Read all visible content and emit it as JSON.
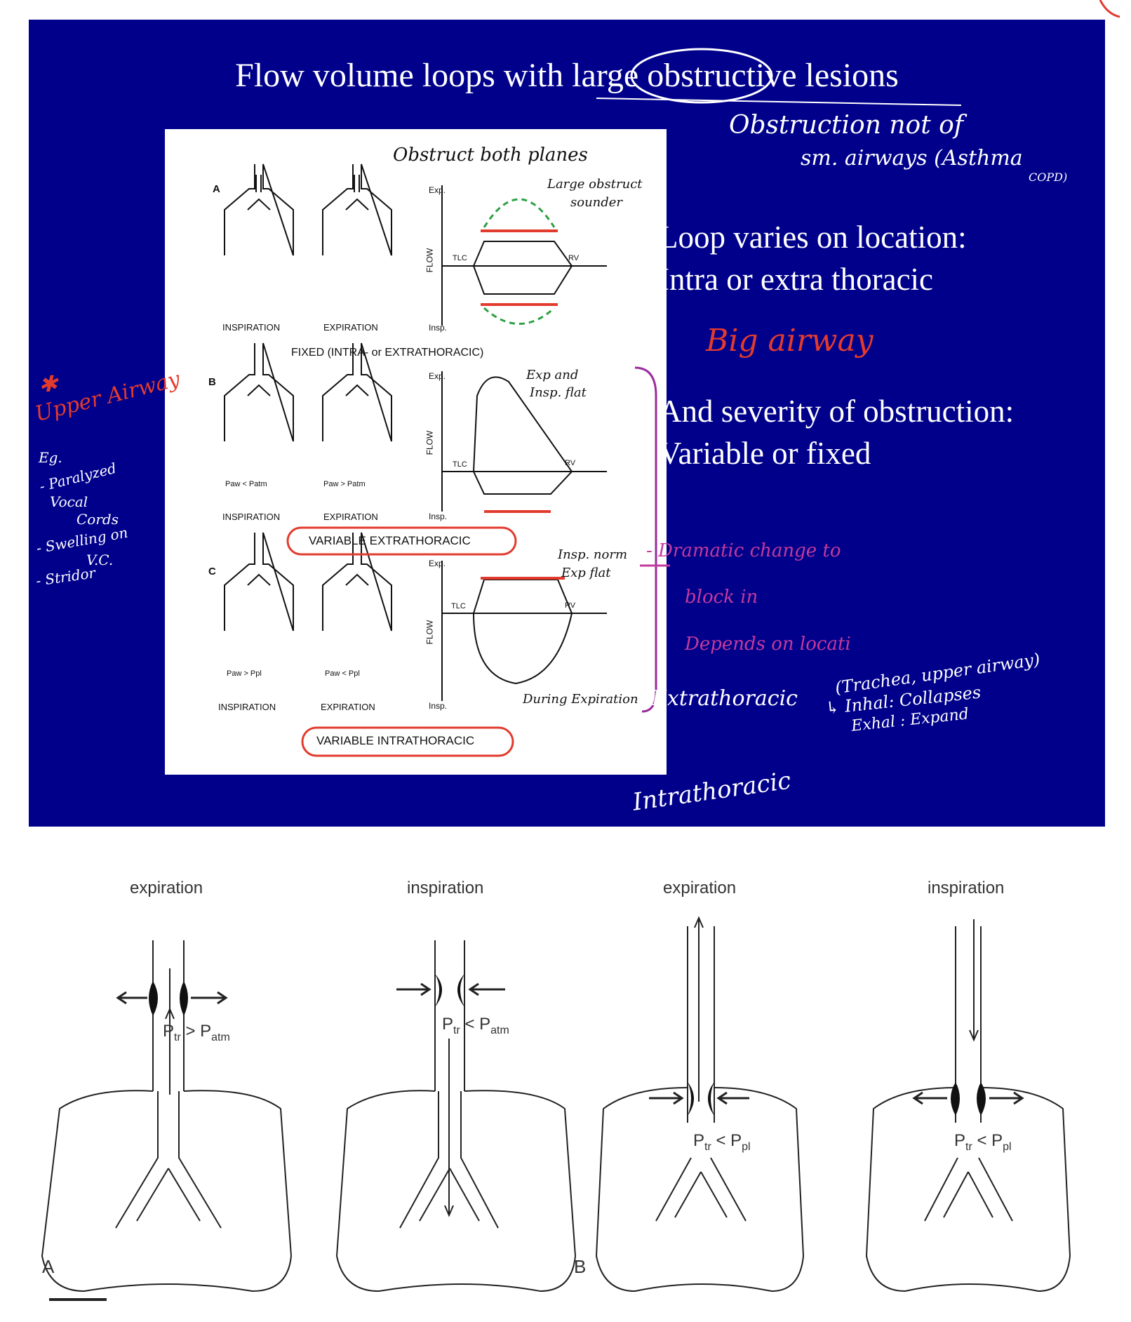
{
  "slide": {
    "title": "Flow volume loops with large obstructive lesions",
    "bullet1_line1": "Loop varies on location:",
    "bullet1_line2": "Intra or extra thoracic",
    "bullet2_line1": "And severity of obstruction:",
    "bullet2_line2": "Variable or fixed",
    "bg_color": "#00008b"
  },
  "figure": {
    "panel_a": {
      "letter": "A",
      "insp_label": "INSPIRATION",
      "exp_label": "EXPIRATION",
      "axis_top": "Exp.",
      "axis_bottom": "Insp.",
      "axis_name": "FLOW",
      "tlc": "TLC",
      "rv": "RV",
      "caption": "FIXED (INTRA- or EXTRATHORACIC)"
    },
    "panel_b": {
      "letter": "B",
      "insp_label": "INSPIRATION",
      "exp_label": "EXPIRATION",
      "insp_press": "Paw < Patm",
      "exp_press": "Paw > Patm",
      "axis_top": "Exp.",
      "axis_bottom": "Insp.",
      "axis_name": "FLOW",
      "tlc": "TLC",
      "rv": "RV",
      "caption": "VARIABLE EXTRATHORACIC"
    },
    "panel_c": {
      "letter": "C",
      "insp_label": "INSPIRATION",
      "exp_label": "EXPIRATION",
      "insp_press": "Paw > Ppl",
      "exp_press": "Paw < Ppl",
      "axis_top": "Exp.",
      "axis_bottom": "Insp.",
      "axis_name": "FLOW",
      "tlc": "TLC",
      "rv": "RV",
      "caption": "VARIABLE INTRATHORACIC"
    }
  },
  "annotations": {
    "obstruct_both": "Obstruct both planes",
    "large_obstruct": "Large obstruct",
    "lge_obstruct_2": "sounder",
    "obstruction_not": "Obstruction not of",
    "small_airways": "sm. airways (Asthma",
    "copd": "COPD)",
    "big_airway": "Big airway",
    "exp_and_insp_flat": "Exp and",
    "insp_flat": "Insp. flat",
    "insp_norm": "Insp. norm",
    "exp_flat": "Exp flat",
    "during_expiration": "During Expiration",
    "upper_airway_star": "✱",
    "upper_airway": "Upper Airway",
    "eg": "Eg.",
    "paralyzed": "- Paralyzed",
    "vocal": "Vocal",
    "cords": "Cords",
    "swelling": "- Swelling on",
    "vc": "V.C.",
    "stridor": "- Stridor",
    "dramatic_change": "- Dramatic change to",
    "blocked_in": "block in",
    "depends_on_location": "Depends on locati",
    "extrathoracic": "Extrathoracic",
    "trachea_upper": "(Trachea, upper airway)",
    "inhale_collapses": "↳ Inhal: Collapses",
    "exhale_expand": "Exhal : Expand",
    "intrathoracic": "Intrathoracic"
  },
  "lower_figure": {
    "labels": [
      "expiration",
      "inspiration",
      "expiration",
      "inspiration"
    ],
    "press_a_exp_main": "P",
    "press_a_exp_sub1": "tr",
    "press_a_exp_rel": " > P",
    "press_a_exp_sub2": "atm",
    "press_a_insp_main": "P",
    "press_a_insp_sub1": "tr",
    "press_a_insp_rel": " < P",
    "press_a_insp_sub2": "atm",
    "press_b_exp_main": "P",
    "press_b_exp_sub1": "tr",
    "press_b_exp_rel": " < P",
    "press_b_exp_sub2": "pl",
    "press_b_insp_main": "P",
    "press_b_insp_sub1": "tr",
    "press_b_insp_rel": " < P",
    "press_b_insp_sub2": "pl",
    "letter_a": "A",
    "letter_b": "B"
  }
}
